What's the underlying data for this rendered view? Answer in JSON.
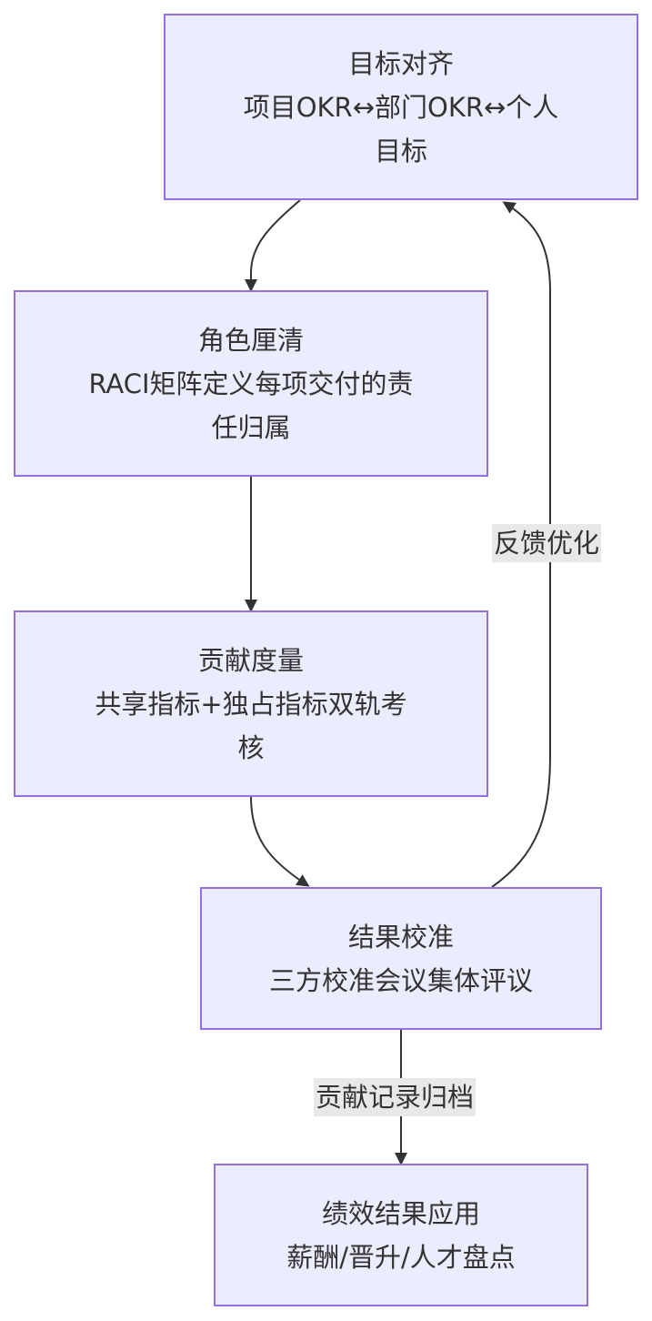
{
  "diagram": {
    "nodes": {
      "goal_alignment": {
        "lines": [
          "目标对齐",
          "项目OKR↔部门OKR↔个人",
          "目标"
        ]
      },
      "role_clarification": {
        "lines": [
          "角色厘清",
          "RACI矩阵定义每项交付的责",
          "任归属"
        ]
      },
      "contribution_measure": {
        "lines": [
          "贡献度量",
          "共享指标+独占指标双轨考",
          "核"
        ]
      },
      "result_calibration": {
        "lines": [
          "结果校准",
          "三方校准会议集体评议"
        ]
      },
      "performance_application": {
        "lines": [
          "绩效结果应用",
          "薪酬/晋升/人才盘点"
        ]
      }
    },
    "edge_labels": {
      "feedback": "反馈优化",
      "archive": "贡献记录归档"
    },
    "colors": {
      "node_fill": "#ececff",
      "node_border": "#9370db",
      "text": "#333333",
      "edge": "#333333",
      "label_bg": "#e8e8e8"
    }
  }
}
